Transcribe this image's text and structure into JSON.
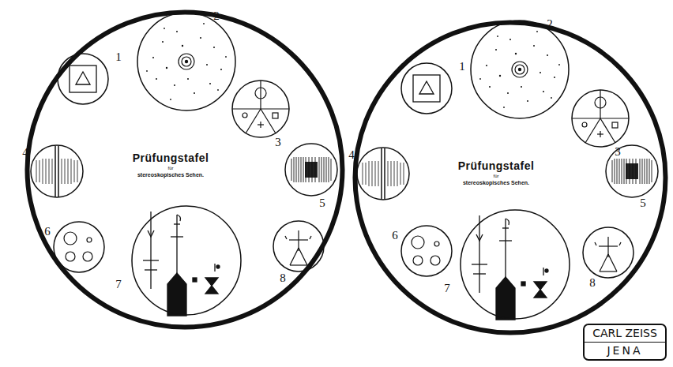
{
  "diagram": {
    "nodes": [
      {
        "text": [
          "Prüfungstafel",
          "für",
          "stereoskopisches Sehen."
        ]
      },
      {
        "text": [
          "1"
        ],
        "in": 0
      },
      {
        "text": [
          "2"
        ],
        "in": 0
      },
      {
        "text": [
          "3"
        ],
        "in": 0
      },
      {
        "text": [
          "4"
        ],
        "in": 0
      },
      {
        "text": [
          "5"
        ],
        "in": 0
      },
      {
        "text": [
          "6"
        ],
        "in": 0
      },
      {
        "text": [
          "7"
        ],
        "in": 0
      },
      {
        "text": [
          "8"
        ],
        "in": 0
      },
      {
        "text": [
          "Prüfungstafel",
          "für",
          "stereoskopisches Sehen."
        ]
      },
      {
        "text": [
          "1"
        ],
        "in": 9
      },
      {
        "text": [
          "2"
        ],
        "in": 9
      },
      {
        "text": [
          "3"
        ],
        "in": 9
      },
      {
        "text": [
          "4"
        ],
        "in": 9
      },
      {
        "text": [
          "5"
        ],
        "in": 9
      },
      {
        "text": [
          "6"
        ],
        "in": 9
      },
      {
        "text": [
          "7"
        ],
        "in": 9
      },
      {
        "text": [
          "8"
        ],
        "in": 9
      },
      {
        "text": [
          "CARL ZEISS",
          "JENA"
        ]
      }
    ]
  }
}
